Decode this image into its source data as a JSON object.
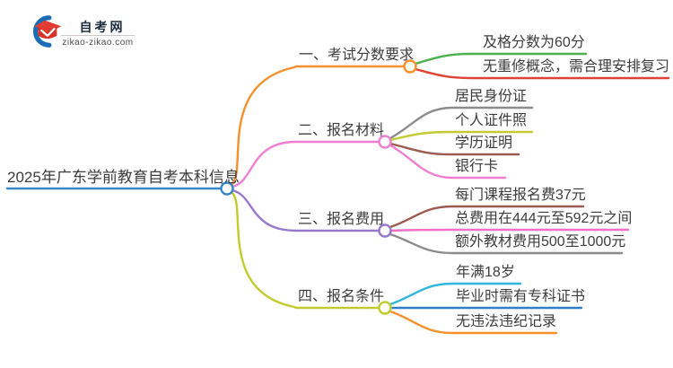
{
  "logo": {
    "site_name": "自考网",
    "site_url": "zikao-zikao.com",
    "brand_red": "#E23B2F",
    "brand_blue": "#1B6CB5"
  },
  "text_color": "#3C3C3C",
  "mindmap": {
    "root": {
      "label": "2025年广东学前教育自考本科信息",
      "color": "#3787C7"
    },
    "branches": [
      {
        "label": "一、考试分数要求",
        "color": "#F5902D",
        "children": [
          {
            "label": "及格分数为60分",
            "color": "#4CAF50"
          },
          {
            "label": "无重修概念，需合理安排复习",
            "color": "#DD4433"
          }
        ]
      },
      {
        "label": "二、报名材料",
        "color": "#F07FD0",
        "children": [
          {
            "label": "居民身份证",
            "color": "#8C8C8C"
          },
          {
            "label": "个人证件照",
            "color": "#C2CC30"
          },
          {
            "label": "学历证明",
            "color": "#9D5B50"
          },
          {
            "label": "银行卡",
            "color": "#F07FD0"
          }
        ]
      },
      {
        "label": "三、报名费用",
        "color": "#9878CC",
        "children": [
          {
            "label": "每门课程报名费37元",
            "color": "#9D5B50"
          },
          {
            "label": "总费用在444元至592元之间",
            "color": "#F470C8"
          },
          {
            "label": "额外教材费用500至1000元",
            "color": "#8C8C8C"
          }
        ]
      },
      {
        "label": "四、报名条件",
        "color": "#C2CC30",
        "children": [
          {
            "label": "年满18岁",
            "color": "#2FB6DC"
          },
          {
            "label": "毕业时需有专科证书",
            "color": "#307FC9"
          },
          {
            "label": "无违法违纪记录",
            "color": "#F5902D"
          }
        ]
      }
    ]
  }
}
